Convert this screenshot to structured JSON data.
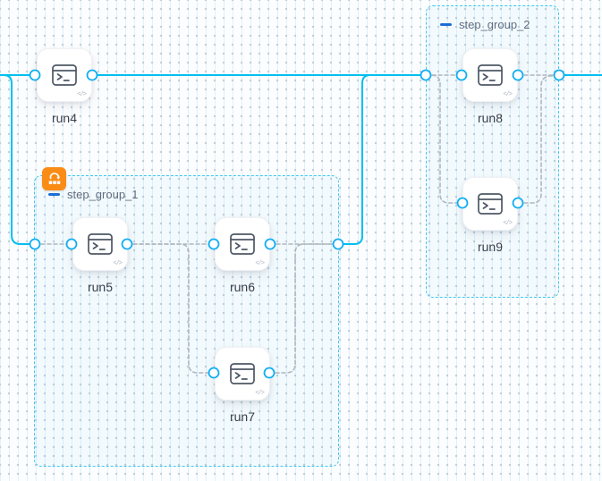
{
  "canvas": {
    "description": "workflow DAG editor canvas with dotted grid"
  },
  "groups": [
    {
      "id": "step_group_1",
      "label": "step_group_1",
      "collapse_icon": "minus-icon",
      "badge_icon": "loop-retry-badge"
    },
    {
      "id": "step_group_2",
      "label": "step_group_2",
      "collapse_icon": "minus-icon"
    }
  ],
  "nodes": [
    {
      "id": "run4",
      "label": "run4",
      "icon": "terminal-icon",
      "group": null
    },
    {
      "id": "run5",
      "label": "run5",
      "icon": "terminal-icon",
      "group": "step_group_1"
    },
    {
      "id": "run6",
      "label": "run6",
      "icon": "terminal-icon",
      "group": "step_group_1"
    },
    {
      "id": "run7",
      "label": "run7",
      "icon": "terminal-icon",
      "group": "step_group_1"
    },
    {
      "id": "run8",
      "label": "run8",
      "icon": "terminal-icon",
      "group": "step_group_2"
    },
    {
      "id": "run9",
      "label": "run9",
      "icon": "terminal-icon",
      "group": "step_group_2"
    }
  ],
  "icons": {
    "code_badge": "</>"
  },
  "edges": [
    {
      "from": "left-edge",
      "to": "run4",
      "style": "solid"
    },
    {
      "from": "left-edge",
      "to": "step_group_1",
      "style": "solid"
    },
    {
      "from": "run4",
      "to": "step_group_2",
      "style": "solid"
    },
    {
      "from": "step_group_1",
      "to": "step_group_2",
      "style": "solid"
    },
    {
      "from": "step_group_2",
      "to": "right-edge",
      "style": "solid"
    },
    {
      "from": "step_group_1.in",
      "to": "run5",
      "style": "dashed"
    },
    {
      "from": "run5",
      "to": "run6",
      "style": "dashed"
    },
    {
      "from": "run5",
      "to": "run7",
      "style": "dashed"
    },
    {
      "from": "run6",
      "to": "step_group_1.out",
      "style": "dashed"
    },
    {
      "from": "run7",
      "to": "step_group_1.out",
      "style": "dashed"
    },
    {
      "from": "step_group_2.in",
      "to": "run8",
      "style": "dashed"
    },
    {
      "from": "step_group_2.in",
      "to": "run9",
      "style": "dashed"
    },
    {
      "from": "run8",
      "to": "step_group_2.out",
      "style": "dashed"
    },
    {
      "from": "run9",
      "to": "step_group_2.out",
      "style": "dashed"
    }
  ],
  "colors": {
    "edge_solid": "#00bff0",
    "edge_dashed": "#b0b6c0",
    "port_ring": "#12aef2",
    "group_border": "#3ec9f1",
    "badge_orange": "#fa8c16",
    "collapse_blue": "#1b6ed6",
    "node_icon": "#4e5866",
    "label_text": "#3a404d"
  }
}
